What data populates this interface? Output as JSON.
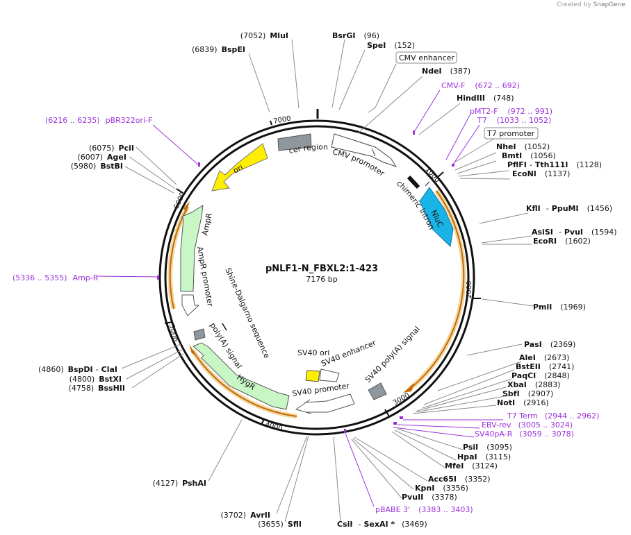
{
  "credit": {
    "prefix": "Created by",
    "brand": "SnapGene"
  },
  "plasmid": {
    "name": "pNLF1-N_FBXL2:1-423",
    "length": "7176 bp",
    "bp": 7176
  },
  "ticks": [
    "1000",
    "2000",
    "3000",
    "4000",
    "5000",
    "6000",
    "7000"
  ],
  "enzymes_left": [
    {
      "pos": "(7052)",
      "name": "MluI"
    },
    {
      "pos": "(6839)",
      "name": "BspEI"
    },
    {
      "pos": "(6075)",
      "name": "PciI"
    },
    {
      "pos": "(6007)",
      "name": "AgeI"
    },
    {
      "pos": "(5980)",
      "name": "BstBI"
    },
    {
      "pos": "(4860)",
      "name": "BspDI",
      "name2": "ClaI"
    },
    {
      "pos": "(4800)",
      "name": "BstXI"
    },
    {
      "pos": "(4758)",
      "name": "BssHII"
    },
    {
      "pos": "(4127)",
      "name": "PshAI"
    },
    {
      "pos": "(3702)",
      "name": "AvrII"
    },
    {
      "pos": "(3655)",
      "name": "SfiI"
    }
  ],
  "enzymes_top": [
    {
      "name": "BsrGI",
      "pos": "(96)"
    },
    {
      "name": "SpeI",
      "pos": "(152)"
    },
    {
      "name": "NdeI",
      "pos": "(387)"
    },
    {
      "name": "HindIII",
      "pos": "(748)"
    }
  ],
  "enzymes_right": [
    {
      "name": "NheI",
      "pos": "(1052)"
    },
    {
      "name": "BmtI",
      "pos": "(1056)"
    },
    {
      "name": "PflFI",
      "name2": "Tth111I",
      "pos": "(1128)"
    },
    {
      "name": "EcoNI",
      "pos": "(1137)"
    },
    {
      "name": "KflI",
      "name2": "PpuMI",
      "pos": "(1456)"
    },
    {
      "name": "AsiSI",
      "name2": "PvuI",
      "pos": "(1594)"
    },
    {
      "name": "EcoRI",
      "pos": "(1602)"
    },
    {
      "name": "PmlI",
      "pos": "(1969)"
    },
    {
      "name": "PasI",
      "pos": "(2369)"
    },
    {
      "name": "AleI",
      "pos": "(2673)"
    },
    {
      "name": "BstEII",
      "pos": "(2741)"
    },
    {
      "name": "PaqCI",
      "pos": "(2848)"
    },
    {
      "name": "XbaI",
      "pos": "(2883)"
    },
    {
      "name": "SbfI",
      "pos": "(2907)"
    },
    {
      "name": "NotI",
      "pos": "(2916)"
    }
  ],
  "enzymes_bottom": [
    {
      "name": "PsiI",
      "pos": "(3095)"
    },
    {
      "name": "HpaI",
      "pos": "(3115)"
    },
    {
      "name": "MfeI",
      "pos": "(3124)"
    },
    {
      "name": "Acc65I",
      "pos": "(3352)"
    },
    {
      "name": "KpnI",
      "pos": "(3356)"
    },
    {
      "name": "PvuII",
      "pos": "(3378)"
    },
    {
      "name": "CsiI",
      "name2": "SexAI *",
      "pos": "(3469)"
    }
  ],
  "primers": [
    {
      "name": "CMV-F",
      "range": "(672 .. 692)"
    },
    {
      "name": "pMT2-F",
      "range": "(972 .. 991)"
    },
    {
      "name": "T7",
      "range": "(1033 .. 1052)"
    },
    {
      "name": "pBR322ori-F",
      "range": "(6216 .. 6235)"
    },
    {
      "name": "Amp-R",
      "range": "(5336 .. 5355)"
    },
    {
      "name": "T7 Term",
      "range": "(2944 .. 2962)"
    },
    {
      "name": "EBV-rev",
      "range": "(3005 .. 3024)"
    },
    {
      "name": "SV40pA-R",
      "range": "(3059 .. 3078)"
    },
    {
      "name": "pBABE 3'",
      "range": "(3383 .. 3403)"
    }
  ],
  "boxed": {
    "cmv_enhancer": "CMV enhancer",
    "t7_promoter": "T7 promoter"
  },
  "features": {
    "cer_region": "cer region",
    "cmv_promoter": "CMV promoter",
    "chimeric_intron": "chimeric intron",
    "nluc": "NluC",
    "ori": "ori",
    "ampr": "AmpR",
    "ampr_promoter": "AmpR promoter",
    "shine_dalgarno": "Shine-Dalgarno sequence",
    "polya_signal": "poly(A) signal",
    "hygr": "HygR",
    "sv40_ori": "SV40 ori",
    "sv40_enhancer": "SV40 enhancer",
    "sv40_promoter": "SV40 promoter",
    "sv40_polya": "SV40 poly(A) signal"
  },
  "colors": {
    "primer": "#9b30d9",
    "nluc": "#1ab3e6",
    "ori": "#ffee00",
    "ampr": "#c8f7c5",
    "hygr": "#c8f7c5",
    "grey": "#8e979e",
    "orf": "#e8a33a"
  }
}
